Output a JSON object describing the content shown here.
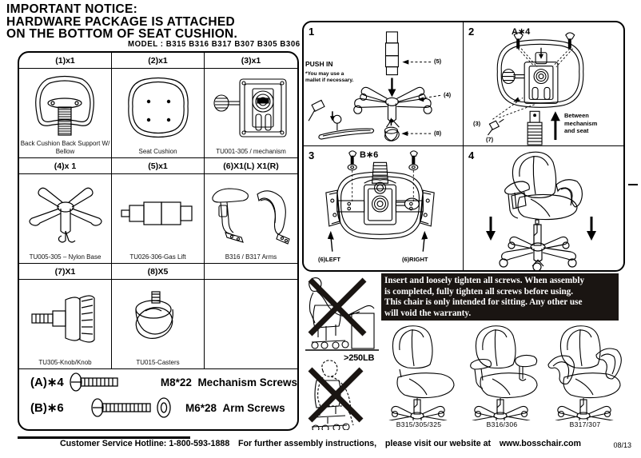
{
  "header": {
    "line1": "IMPORTANT NOTICE:",
    "line2": "HARDWARE PACKAGE IS ATTACHED",
    "line3": "ON THE BOTTOM OF SEAT CUSHION.",
    "model_line": "MODEL : B315  B316  B317  B307  B305  B306  B325"
  },
  "parts_table": {
    "rows": [
      {
        "cells": [
          {
            "qty_label": "(1)x1",
            "caption": "Back Cushion\nBack Support W/ Bellow",
            "icon": "back-cushion-icon"
          },
          {
            "qty_label": "(2)x1",
            "caption": "Seat Cushion",
            "icon": "seat-cushion-icon"
          },
          {
            "qty_label": "(3)x1",
            "caption": "TU001-305 / mechanism",
            "icon": "mechanism-icon"
          }
        ]
      },
      {
        "cells": [
          {
            "qty_label": "(4)x 1",
            "caption": "TU005-305 – Nylon Base",
            "icon": "nylon-base-icon"
          },
          {
            "qty_label": "(5)x1",
            "caption": "TU026-306-Gas Lift",
            "icon": "gas-lift-icon"
          },
          {
            "qty_label": "(6)X1(L) X1(R)",
            "caption": "B316 / B317 Arms",
            "icon": "arms-icon"
          }
        ]
      },
      {
        "cells": [
          {
            "qty_label": "(7)X1",
            "caption": "TU305-Knob/Knob",
            "icon": "knob-icon"
          },
          {
            "qty_label": "(8)X5",
            "caption": "TU015-Casters",
            "icon": "caster-icon"
          },
          {
            "qty_label": "",
            "caption": "",
            "icon": ""
          }
        ]
      }
    ],
    "screws": [
      {
        "qty": "(A)∗4",
        "size": "M8*22",
        "desc": "Mechanism Screws",
        "has_washer": false
      },
      {
        "qty": "(B)∗6",
        "size": "M6*28",
        "desc": "Arm Screws",
        "has_washer": true
      }
    ]
  },
  "steps": [
    {
      "number": "1",
      "push_in": "PUSH IN",
      "note": "*You may use a\nmallet if necessary.",
      "callouts": [
        "(5)",
        "(4)",
        "(8)"
      ]
    },
    {
      "number": "2",
      "screw_label": "A∗4",
      "callouts": [
        "(3)",
        "(7)"
      ],
      "note": "Between mechanism\nand seat"
    },
    {
      "number": "3",
      "screw_label": "B∗6",
      "left_label": "(6)LEFT",
      "right_label": "(6)RIGHT"
    },
    {
      "number": "4"
    }
  ],
  "warning": {
    "lines": [
      "Insert and loosely tighten all screws. When assembly",
      "is completed, fully tighten all screws before using.",
      "This chair is only intended for sitting. Any other use",
      "will void the warranty."
    ]
  },
  "prohibitions": [
    {
      "name": "no-leaning-back",
      "label": ""
    },
    {
      "name": "no-overweight",
      "label": ">250LB"
    }
  ],
  "model_figures": [
    {
      "label": "B315/305/325",
      "arms": "none"
    },
    {
      "label": "B316/306",
      "arms": "t-arms"
    },
    {
      "label": "B317/307",
      "arms": "loop-arms"
    }
  ],
  "footer": {
    "hotline": "Customer Service Hotline: 1-800-593-1888",
    "instructions": "For further assembly instructions,",
    "website_prefix": "please visit our website at",
    "website": "www.bosschair.com",
    "date_code": "08/13"
  },
  "colors": {
    "ink": "#000000",
    "warning_bg": "#1a1512",
    "warning_text": "#ffffff"
  }
}
